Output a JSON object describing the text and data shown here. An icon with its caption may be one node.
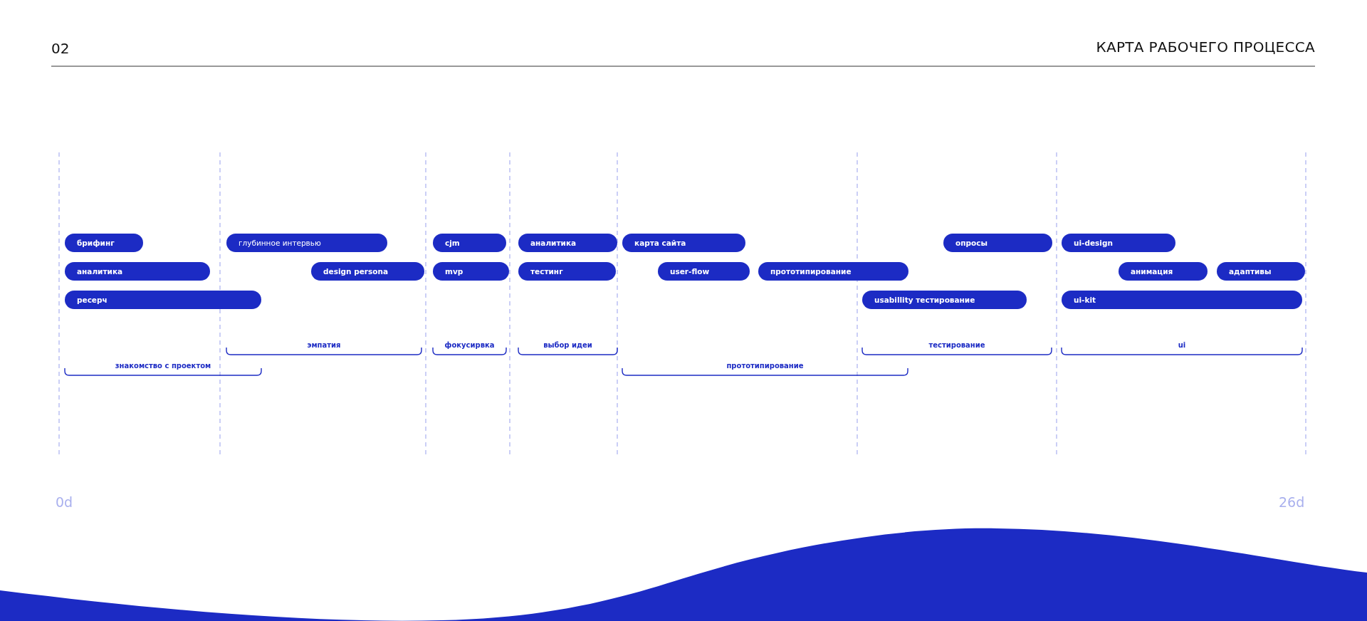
{
  "diagram": {
    "title": "КАРТА РАБОЧЕГО ПРОЦЕССА",
    "nodes": [
      {
        "text": [
          "брифинг"
        ]
      },
      {
        "text": [
          "глубинное интервью"
        ]
      },
      {
        "text": [
          "cjm"
        ]
      },
      {
        "text": [
          "аналитика"
        ]
      },
      {
        "text": [
          "карта сайта"
        ]
      },
      {
        "text": [
          "опросы"
        ]
      },
      {
        "text": [
          "ui-design"
        ]
      },
      {
        "text": [
          "аналитика"
        ]
      },
      {
        "text": [
          "design persona"
        ]
      },
      {
        "text": [
          "mvp"
        ]
      },
      {
        "text": [
          "тестинг"
        ]
      },
      {
        "text": [
          "user-flow"
        ]
      },
      {
        "text": [
          "прототипирование"
        ]
      },
      {
        "text": [
          "анимация"
        ]
      },
      {
        "text": [
          "адаптивы"
        ]
      },
      {
        "text": [
          "ресерч"
        ]
      },
      {
        "text": [
          "usabillity тестирование"
        ]
      },
      {
        "text": [
          "ui-kit"
        ]
      }
    ],
    "labels": [
      "02",
      "эмпатия",
      "фокусирвка",
      "выбор идеи",
      "тестирование",
      "ui",
      "знакомство с проектом",
      "прототипирование",
      "0d",
      "26d"
    ]
  }
}
